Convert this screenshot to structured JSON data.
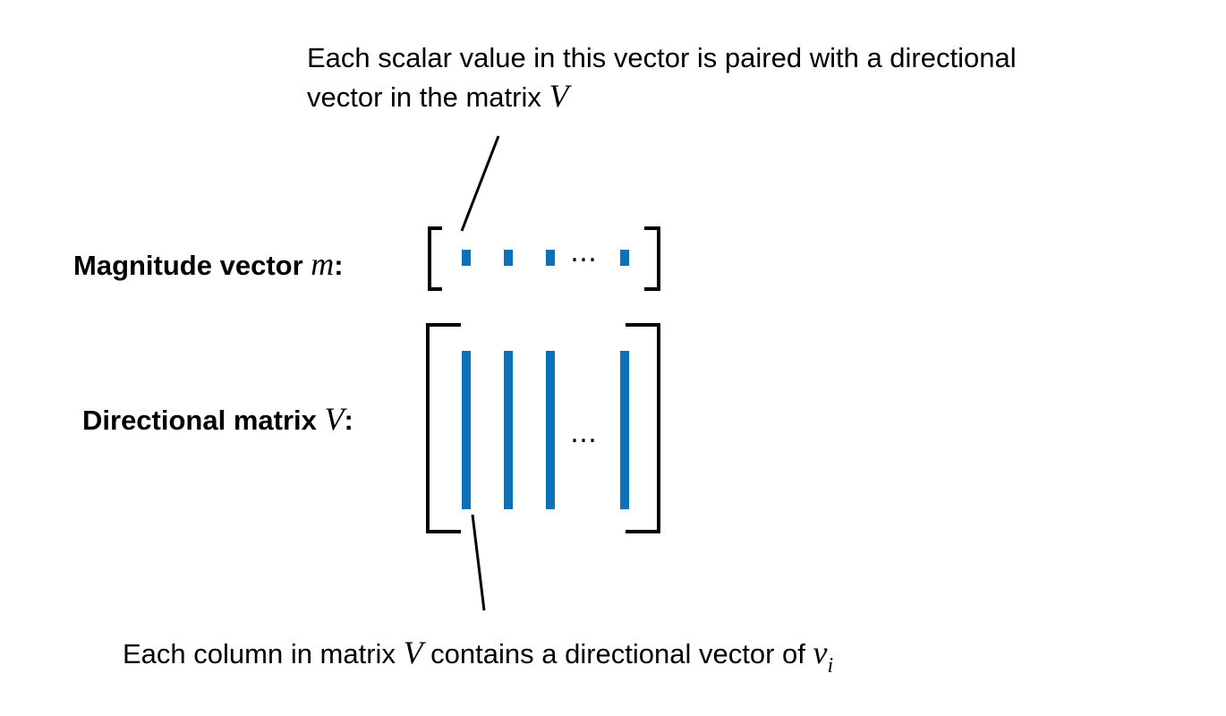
{
  "top_annotation": {
    "line1": "Each scalar value in this vector is paired with a directional",
    "line2_text": "vector in the matrix ",
    "line2_math": "V"
  },
  "magnitude_label": {
    "text": "Magnitude vector ",
    "math": "m",
    "suffix": ":"
  },
  "directional_label": {
    "text": "Directional matrix ",
    "math": "V",
    "suffix": ":"
  },
  "bottom_annotation": {
    "text1": "Each column in matrix ",
    "math1": "V",
    "text2": " contains a directional vector of ",
    "math2": "v",
    "math2_sub": "i"
  },
  "ellipsis": "…",
  "colors": {
    "accent": "#0a72b8",
    "bracket": "#000000",
    "text": "#000000"
  }
}
